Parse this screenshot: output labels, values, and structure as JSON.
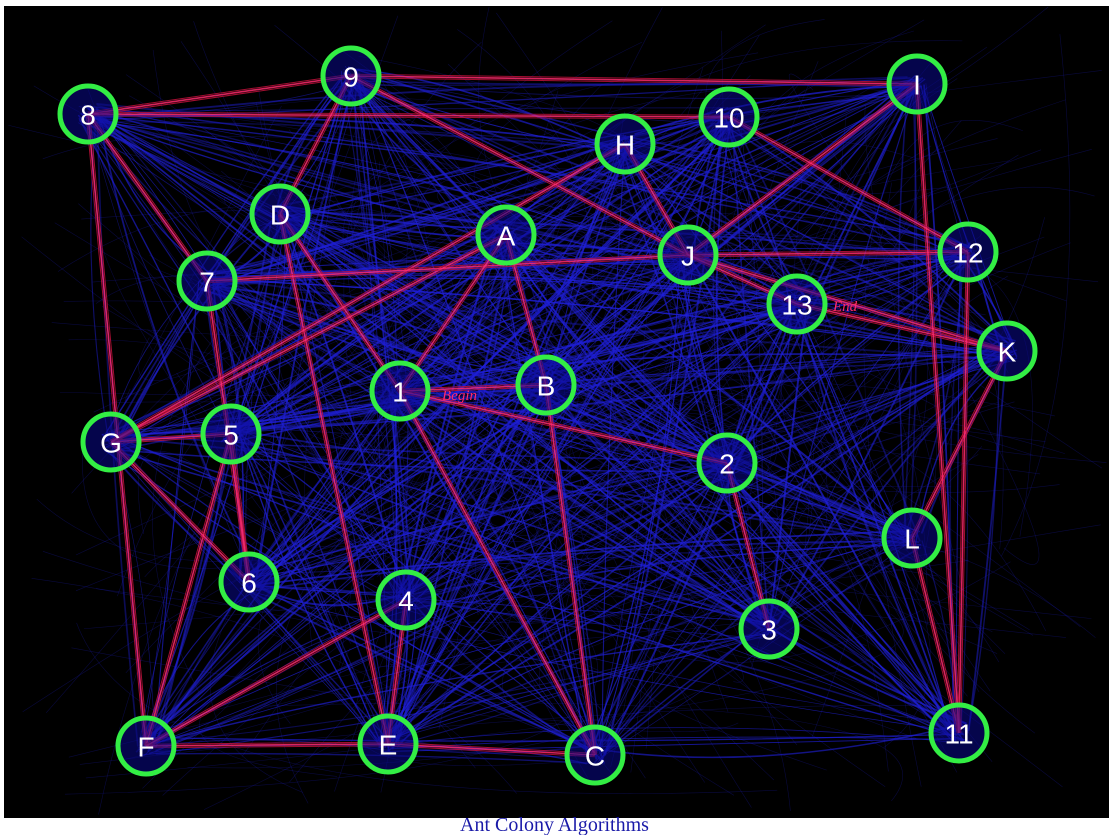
{
  "diagram": {
    "nodes": [
      {
        "id": "8",
        "label": "8"
      },
      {
        "id": "9",
        "label": "9"
      },
      {
        "id": "10",
        "label": "10"
      },
      {
        "id": "I",
        "label": "I"
      },
      {
        "id": "H",
        "label": "H"
      },
      {
        "id": "D",
        "label": "D"
      },
      {
        "id": "A",
        "label": "A"
      },
      {
        "id": "J",
        "label": "J"
      },
      {
        "id": "12",
        "label": "12"
      },
      {
        "id": "7",
        "label": "7"
      },
      {
        "id": "13",
        "label": "13"
      },
      {
        "id": "K",
        "label": "K"
      },
      {
        "id": "1",
        "label": "1"
      },
      {
        "id": "B",
        "label": "B"
      },
      {
        "id": "G",
        "label": "G"
      },
      {
        "id": "5",
        "label": "5"
      },
      {
        "id": "2",
        "label": "2"
      },
      {
        "id": "L",
        "label": "L"
      },
      {
        "id": "6",
        "label": "6"
      },
      {
        "id": "4",
        "label": "4"
      },
      {
        "id": "3",
        "label": "3"
      },
      {
        "id": "F",
        "label": "F"
      },
      {
        "id": "E",
        "label": "E"
      },
      {
        "id": "C",
        "label": "C"
      },
      {
        "id": "11",
        "label": "11"
      }
    ],
    "route_edges": [
      [
        "1",
        "B"
      ],
      [
        "B",
        "C"
      ],
      [
        "C",
        "1"
      ],
      [
        "8",
        "9"
      ],
      [
        "9",
        "I"
      ],
      [
        "8",
        "10"
      ],
      [
        "8",
        "7"
      ],
      [
        "8",
        "F"
      ],
      [
        "9",
        "J"
      ],
      [
        "J",
        "I"
      ],
      [
        "J",
        "12"
      ],
      [
        "J",
        "K"
      ],
      [
        "J",
        "13"
      ],
      [
        "13",
        "K"
      ],
      [
        "K",
        "L"
      ],
      [
        "L",
        "11"
      ],
      [
        "12",
        "11"
      ],
      [
        "I",
        "11"
      ],
      [
        "5",
        "6"
      ],
      [
        "5",
        "F"
      ],
      [
        "F",
        "E"
      ],
      [
        "E",
        "4"
      ],
      [
        "D",
        "E"
      ],
      [
        "D",
        "1"
      ],
      [
        "G",
        "6"
      ],
      [
        "G",
        "A"
      ],
      [
        "A",
        "B"
      ],
      [
        "2",
        "3"
      ],
      [
        "10",
        "12"
      ],
      [
        "7",
        "6"
      ],
      [
        "G",
        "5"
      ],
      [
        "F",
        "4"
      ],
      [
        "E",
        "C"
      ],
      [
        "H",
        "G"
      ],
      [
        "1",
        "2"
      ],
      [
        "7",
        "J"
      ],
      [
        "9",
        "D"
      ],
      [
        "H",
        "J"
      ],
      [
        "A",
        "1"
      ]
    ],
    "start_label": "Begin",
    "end_label": "End",
    "colors": {
      "background": "#000000",
      "trail": "#1f1fd6",
      "route": "#ff2a6d",
      "node_ring": "#33ee44",
      "node_fill": "#0a0a8a",
      "node_text": "#ffffff"
    }
  },
  "caption": "Ant Colony Algorithms"
}
